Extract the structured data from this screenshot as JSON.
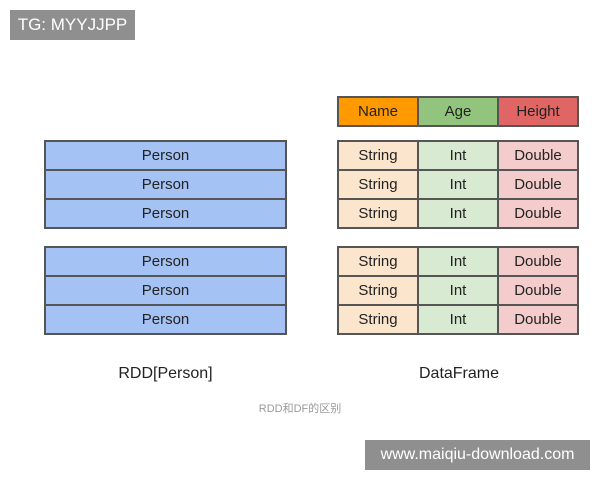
{
  "watermarks": {
    "top": "TG: MYYJJPP",
    "bottom": "www.maiqiu-download.com"
  },
  "rdd": {
    "groups": [
      [
        "Person",
        "Person",
        "Person"
      ],
      [
        "Person",
        "Person",
        "Person"
      ]
    ],
    "label": "RDD[Person]",
    "colors": {
      "fill": "#a4c2f4",
      "border": "#555555"
    }
  },
  "dataframe": {
    "header": [
      {
        "text": "Name",
        "color": "#ff9900"
      },
      {
        "text": "Age",
        "color": "#93c47d"
      },
      {
        "text": "Height",
        "color": "#e06666"
      }
    ],
    "groups": [
      [
        [
          "String",
          "Int",
          "Double"
        ],
        [
          "String",
          "Int",
          "Double"
        ],
        [
          "String",
          "Int",
          "Double"
        ]
      ],
      [
        [
          "String",
          "Int",
          "Double"
        ],
        [
          "String",
          "Int",
          "Double"
        ],
        [
          "String",
          "Int",
          "Double"
        ]
      ]
    ],
    "row_colors": [
      "#fce5cd",
      "#d9ead3",
      "#f4cccc"
    ],
    "label": "DataFrame"
  },
  "caption": "RDD和DF的区别"
}
